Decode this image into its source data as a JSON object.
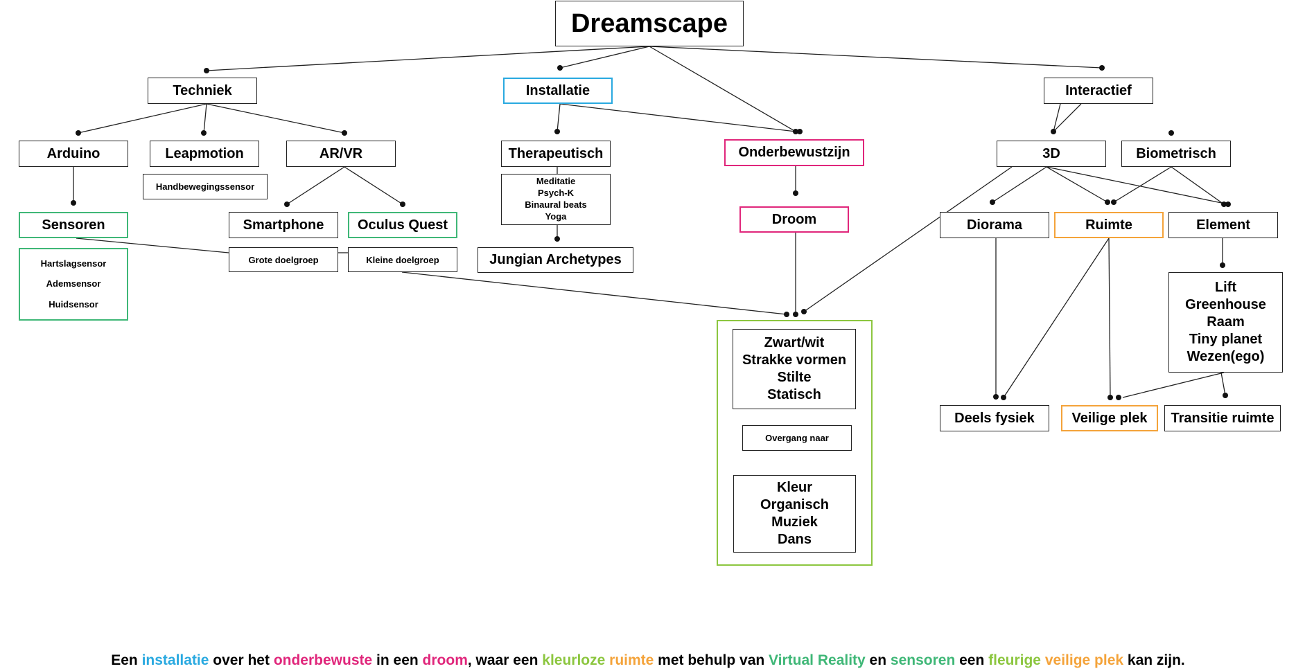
{
  "diagram": {
    "title": "Dreamscape",
    "techniek": "Techniek",
    "installatie": "Installatie",
    "interactief": "Interactief",
    "arduino": "Arduino",
    "leapmotion": "Leapmotion",
    "handbeweging": "Handbewegingssensor",
    "arvr": "AR/VR",
    "sensoren": "Sensoren",
    "sensor_list": [
      "Hartslagsensor",
      "Ademsensor",
      "Huidsensor"
    ],
    "smartphone": "Smartphone",
    "oculus": "Oculus Quest",
    "grote_doelgroep": "Grote doelgroep",
    "kleine_doelgroep": "Kleine doelgroep",
    "therapeutisch": "Therapeutisch",
    "therapy_list": [
      "Meditatie",
      "Psych-K",
      "Binaural beats",
      "Yoga"
    ],
    "jungian": "Jungian Archetypes",
    "onderbewustzijn": "Onderbewustzijn",
    "droom": "Droom",
    "dream_before": [
      "Zwart/wit",
      "Strakke vormen",
      "Stilte",
      "Statisch"
    ],
    "overgang": "Overgang naar",
    "dream_after": [
      "Kleur",
      "Organisch",
      "Muziek",
      "Dans"
    ],
    "d3": "3D",
    "biometrisch": "Biometrisch",
    "diorama": "Diorama",
    "ruimte": "Ruimte",
    "element": "Element",
    "element_list": [
      "Lift",
      "Greenhouse",
      "Raam",
      "Tiny planet",
      "Wezen(ego)"
    ],
    "deels_fysiek": "Deels fysiek",
    "veilige_plek": "Veilige plek",
    "transitie": "Transitie ruimte"
  },
  "caption": {
    "p1": "Een ",
    "installatie": "installatie",
    "p2": " over het ",
    "onderbewuste": "onderbewuste",
    "p3": " in een ",
    "droom": "droom",
    "p4": ", waar een ",
    "kleurloze": "kleurloze",
    "p5": " ",
    "ruimte": "ruimte",
    "p6": " met behulp van ",
    "vr": "Virtual Reality",
    "p7": " en ",
    "sensoren": "sensoren",
    "p8": " een ",
    "fleurige": "fleurige",
    "p9": " ",
    "veilige_plek": "veilige plek",
    "p10": " kan zijn."
  },
  "colors": {
    "blue": "#29a9e0",
    "pink": "#e0267b",
    "green": "#3fb777",
    "orange": "#f4a33a",
    "lime": "#8cc63f"
  }
}
